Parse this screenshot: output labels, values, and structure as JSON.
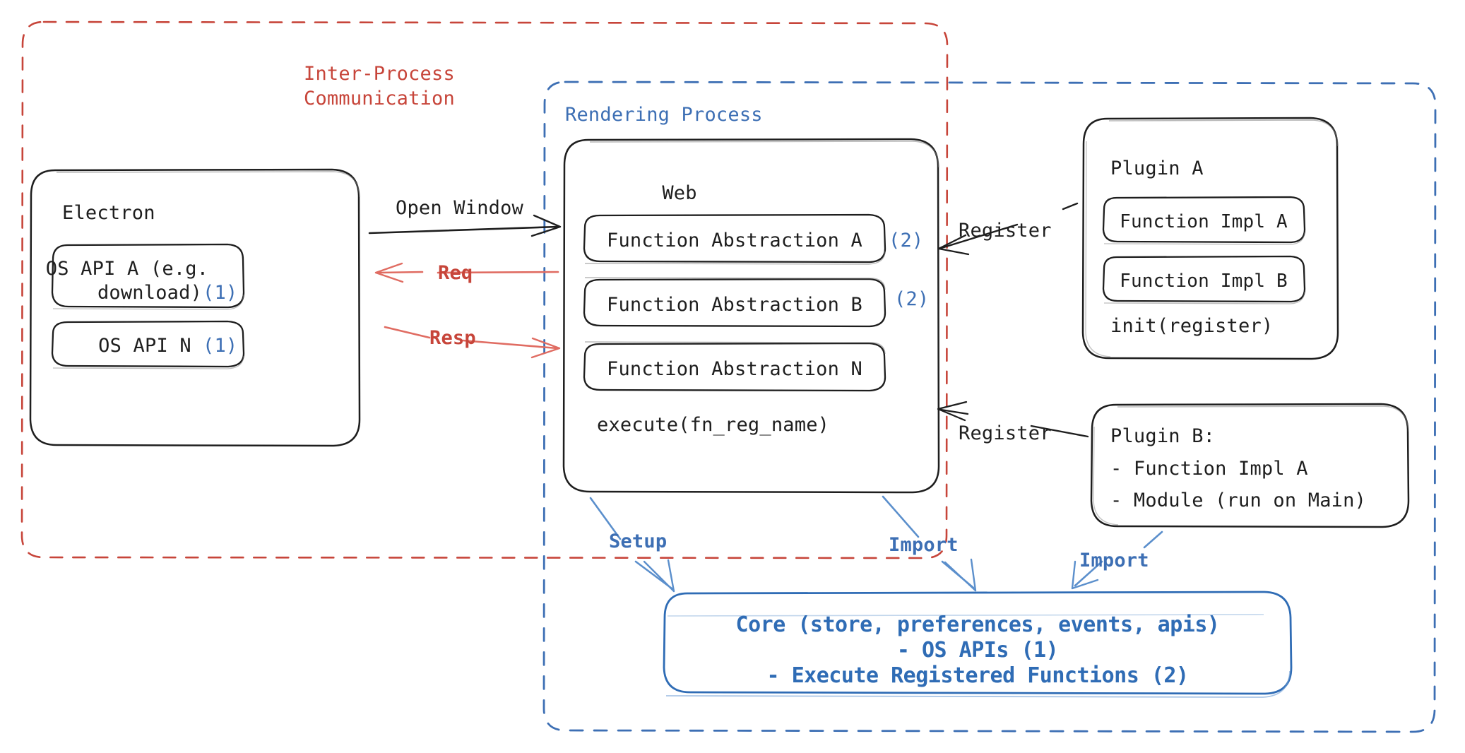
{
  "diagram": {
    "title_semantics": "electron-plugin-architecture",
    "colors": {
      "ink": "#1e1e1e",
      "red": "#c7453a",
      "blue": "#3d6fb4",
      "core_blue": "#2f6cb5",
      "background": "#ffffff"
    },
    "containers": [
      {
        "id": "ipc",
        "label": "Inter-Process\nCommunication",
        "style": "dashed",
        "color": "#c7453a"
      },
      {
        "id": "rendering",
        "label": "Rendering Process",
        "style": "dashed",
        "color": "#3d6fb4"
      }
    ],
    "ipc": {
      "label_line1": "Inter-Process",
      "label_line2": "Communication"
    },
    "rendering": {
      "label": "Rendering Process"
    },
    "electron": {
      "title": "Electron",
      "items": [
        {
          "label": "OS API A (e.g.\ndownload)",
          "line1": "OS API A (e.g.",
          "line2": "download)",
          "marker": "(1)"
        },
        {
          "label": "OS API N",
          "line1": "OS API N",
          "marker": "(1)"
        }
      ]
    },
    "web": {
      "title": "Web",
      "abstractions": [
        {
          "label": "Function Abstraction A",
          "marker": "(2)"
        },
        {
          "label": "Function Abstraction B",
          "marker": "(2)"
        },
        {
          "label": "Function Abstraction N",
          "marker": ""
        }
      ],
      "footer": "execute(fn_reg_name)"
    },
    "plugin_a": {
      "title": "Plugin A",
      "items": [
        {
          "label": "Function Impl A"
        },
        {
          "label": "Function Impl B"
        }
      ],
      "footer": "init(register)"
    },
    "plugin_b": {
      "title": "Plugin B:",
      "lines": [
        "- Function Impl A",
        "- Module (run on Main)"
      ]
    },
    "core": {
      "line1": "Core (store, preferences, events, apis)",
      "line2": "- OS APIs (1)",
      "line3": "- Execute Registered Functions (2)"
    },
    "edges": [
      {
        "id": "open-window",
        "label": "Open Window",
        "color": "#1e1e1e",
        "from": "electron",
        "to": "web"
      },
      {
        "id": "req",
        "label": "Req",
        "color": "#c7453a",
        "from": "web",
        "to": "electron"
      },
      {
        "id": "resp",
        "label": "Resp",
        "color": "#c7453a",
        "from": "electron",
        "to": "web"
      },
      {
        "id": "register-a",
        "label": "Register",
        "color": "#1e1e1e",
        "from": "plugin-a",
        "to": "web"
      },
      {
        "id": "register-b",
        "label": "Register",
        "color": "#1e1e1e",
        "from": "plugin-b",
        "to": "web"
      },
      {
        "id": "setup",
        "label": "Setup",
        "color": "#3d6fb4",
        "from": "web",
        "to": "core"
      },
      {
        "id": "import-web",
        "label": "Import",
        "color": "#3d6fb4",
        "from": "web",
        "to": "core"
      },
      {
        "id": "import-plugin-b",
        "label": "Import",
        "color": "#3d6fb4",
        "from": "plugin-b",
        "to": "core"
      }
    ]
  }
}
